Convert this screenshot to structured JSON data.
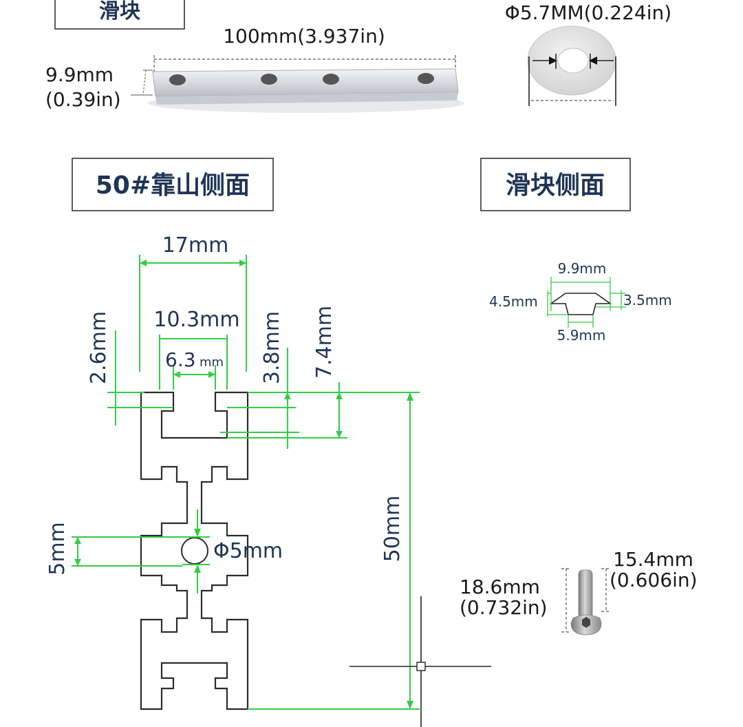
{
  "top": {
    "title_box": "滑块",
    "rail_length": "100mm(3.937in)",
    "rail_height_mm": "9.9mm",
    "rail_height_in": "(0.39in)",
    "washer_label": "Φ5.7MM(0.224in)"
  },
  "sections": {
    "profile_title": "50#靠山侧面",
    "slider_title": "滑块侧面"
  },
  "profile_dims": {
    "width_17": "17mm",
    "width_103": "10.3mm",
    "width_63_num": "6.3",
    "width_63_unit": "mm",
    "depth_26": "2.6mm",
    "depth_38": "3.8mm",
    "depth_74": "7.4mm",
    "height_50": "50mm",
    "hole_gap_5": "5mm",
    "hole_dia": "Φ5mm"
  },
  "slider_dims": {
    "top_width": "9.9mm",
    "left_h": "4.5mm",
    "right_h": "3.5mm",
    "bottom_width": "5.9mm"
  },
  "screw": {
    "len_mm": "18.6mm",
    "len_in": "(0.732in)",
    "shank_mm": "15.4mm",
    "shank_in": "(0.606in)"
  },
  "colors": {
    "dimension_line": "#33cc44",
    "label_text": "#1f3556",
    "profile_outline": "#2b2b2b"
  }
}
